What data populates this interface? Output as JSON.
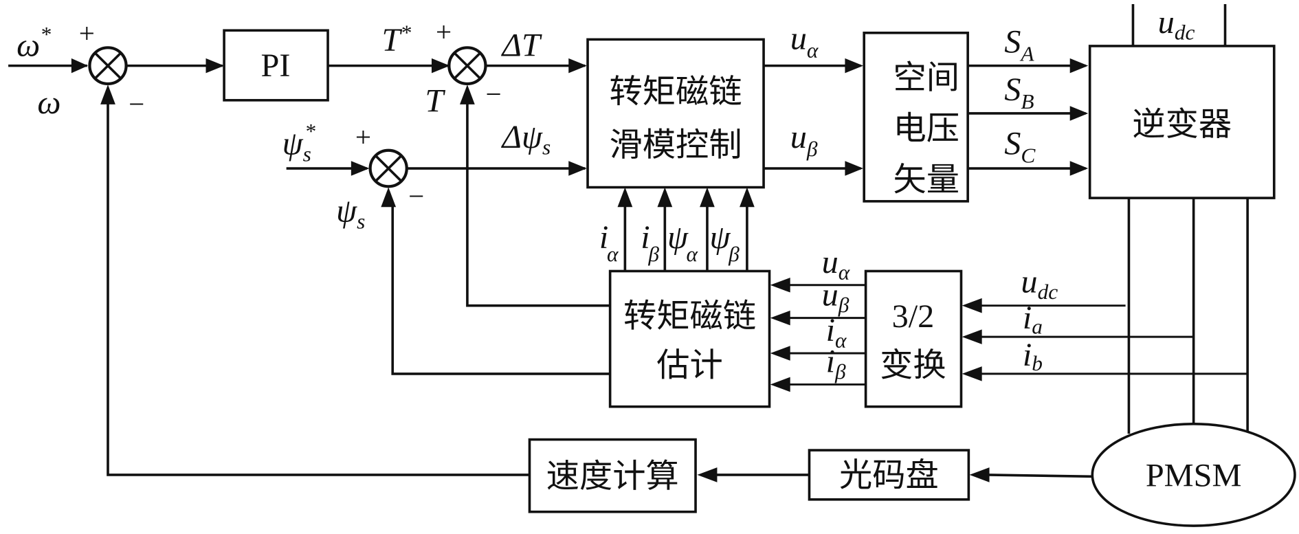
{
  "diagram": {
    "title": "PMSM sliding-mode direct torque control block diagram",
    "blocks": {
      "pi": "PI",
      "smc_line1": "转矩磁链",
      "smc_line2": "滑模控制",
      "svpwm_line1": "空间",
      "svpwm_line2": "电压",
      "svpwm_line3": "矢量",
      "inverter": "逆变器",
      "estimator_line1": "转矩磁链",
      "estimator_line2": "估计",
      "transform_line1": "3/2",
      "transform_line2": "变换",
      "speed_calc": "速度计算",
      "encoder": "光码盘",
      "motor": "PMSM"
    },
    "signals": {
      "omega_ref": {
        "main": "ω",
        "sup": "*"
      },
      "omega": {
        "main": "ω"
      },
      "torque_ref": {
        "main": "T",
        "sup": "*"
      },
      "torque": {
        "main": "T"
      },
      "delta_torque": {
        "main": "ΔT"
      },
      "flux_ref": {
        "main": "ψ",
        "sub": "s",
        "sup": "*"
      },
      "flux": {
        "main": "ψ",
        "sub": "s"
      },
      "delta_flux": {
        "main": "Δψ",
        "sub": "s"
      },
      "u_alpha": {
        "main": "u",
        "sub": "α"
      },
      "u_beta": {
        "main": "u",
        "sub": "β"
      },
      "s_a": {
        "main": "S",
        "sub": "A"
      },
      "s_b": {
        "main": "S",
        "sub": "B"
      },
      "s_c": {
        "main": "S",
        "sub": "C"
      },
      "u_dc": {
        "main": "u",
        "sub": "dc"
      },
      "i_alpha": {
        "main": "i",
        "sub": "α"
      },
      "i_beta": {
        "main": "i",
        "sub": "β"
      },
      "psi_alpha": {
        "main": "ψ",
        "sub": "α"
      },
      "psi_beta": {
        "main": "ψ",
        "sub": "β"
      },
      "i_a": {
        "main": "i",
        "sub": "a"
      },
      "i_b": {
        "main": "i",
        "sub": "b"
      }
    },
    "signs": {
      "plus": "+",
      "minus": "−"
    }
  }
}
